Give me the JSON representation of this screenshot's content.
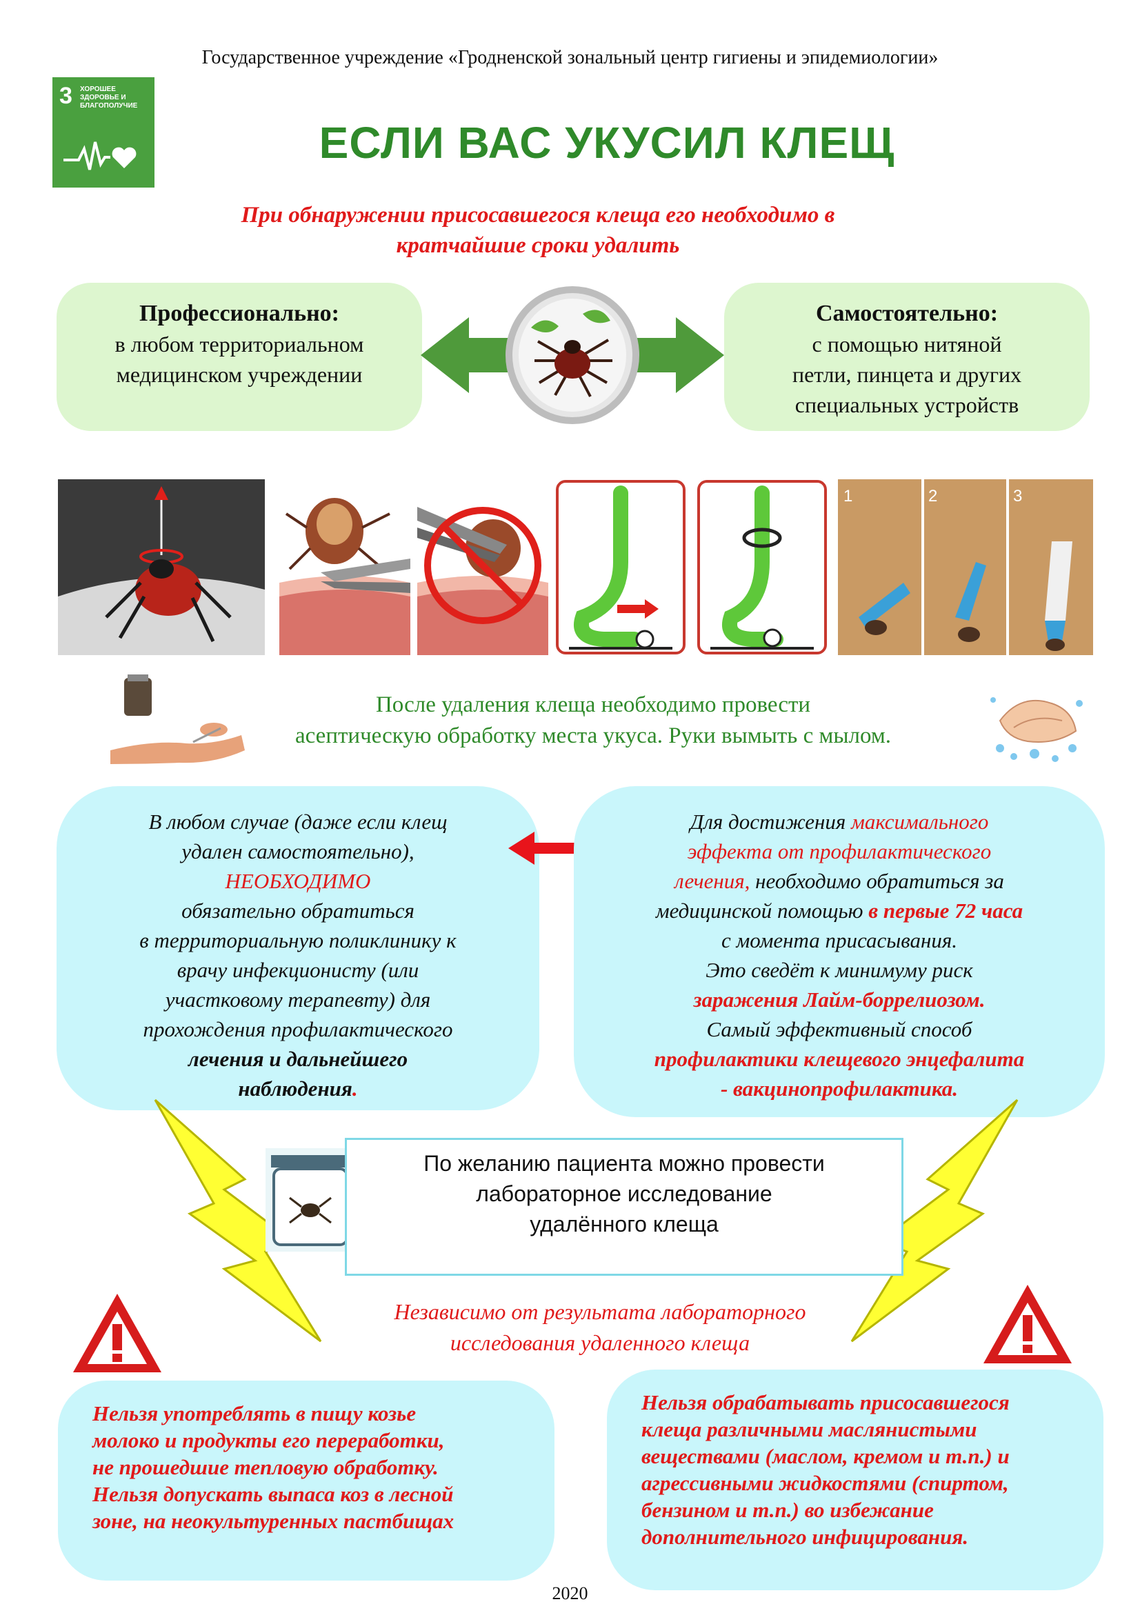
{
  "header": {
    "organization": "Государственное учреждение «Гродненской зональный центр гигиены и эпидемиологии»"
  },
  "sdg_logo": {
    "number": "3",
    "text": "ХОРОШЕЕ ЗДОРОВЬЕ И БЛАГОПОЛУЧИЕ",
    "icon": "heartbeat-heart-icon",
    "color": "#4aa03f"
  },
  "title": "ЕСЛИ ВАС УКУСИЛ КЛЕЩ",
  "subtitle": {
    "line1": "При обнаружении присосавшегося клеща его необходимо в",
    "line2": "кратчайшие сроки удалить"
  },
  "removal": {
    "professional": {
      "heading": "Профессионально:",
      "line1": "в любом территориальном",
      "line2": "медицинском учреждении"
    },
    "self": {
      "heading": "Самостоятельно:",
      "line1": "с помощью нитяной",
      "line2": "петли, пинцета и других",
      "line3": "специальных устройств"
    }
  },
  "after_removal": {
    "line1": "После удаления клеща необходимо провести",
    "line2": "асептическую обработку места укуса. Руки вымыть с мылом."
  },
  "left_info": {
    "l1": "В любом случае (даже если клещ",
    "l2": "удален самостоятельно),",
    "l3": "НЕОБХОДИМО",
    "l4": "обязательно обратиться",
    "l5": "в территориальную поликлинику к",
    "l6": "врачу инфекционисту (или",
    "l7": "участковому терапевту) для",
    "l8": "прохождения профилактического",
    "l9": "лечения и дальнейшего",
    "l10": "наблюдения",
    "l10_dot": "."
  },
  "right_info": {
    "l1a": "Для достижения ",
    "l1b": "максимального",
    "l2": "эффекта от профилактического",
    "l3a": "лечения,",
    "l3b": " необходимо обратиться за",
    "l4a": "медицинской помощью ",
    "l4b": "в первые 72 часа",
    "l5": "с момента присасывания.",
    "l6": "Это сведёт к минимуму риск",
    "l7": "заражения Лайм-боррелиозом.",
    "l8": "Самый эффективный способ",
    "l9": "профилактики клещевого энцефалита",
    "l10": "- вакцинопрофилактика."
  },
  "lab": {
    "line1": "По желанию пациента можно провести",
    "line2": "лабораторное исследование",
    "line3": "удалённого клеща",
    "note1": "Независимо от результата лабораторного",
    "note2": "исследования удаленного клеща"
  },
  "warnings": {
    "left": {
      "l1": "Нельзя употреблять в пищу козье",
      "l2": "молоко и продукты его переработки,",
      "l3": "не прошедшие тепловую обработку.",
      "l4": "Нельзя допускать выпаса коз в лесной",
      "l5": "зоне, на неокультуренных пастбищах"
    },
    "right": {
      "l1": "Нельзя обрабатывать присосавшегося",
      "l2": "клеща различными маслянистыми",
      "l3": "веществами (маслом, кремом и т.п.) и",
      "l4": "агрессивными жидкостями (спиртом,",
      "l5": "бензином и т.п.) во избежание",
      "l6": "дополнительного инфицирования."
    }
  },
  "photos_steps": [
    "1",
    "2",
    "3"
  ],
  "year": "2020",
  "colors": {
    "green_text": "#2f8a2a",
    "red_text": "#e01a1a",
    "green_box": "#ddf6cf",
    "cyan_box": "#c9f6fb",
    "lightning": "#ffff33"
  }
}
